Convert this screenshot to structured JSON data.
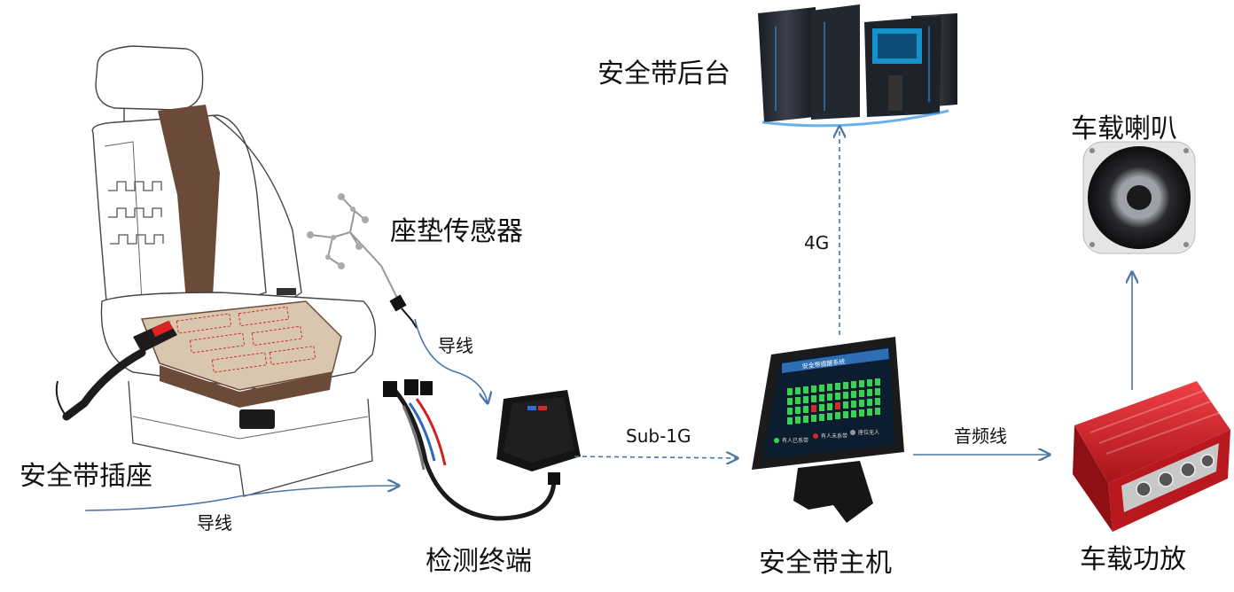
{
  "labels": {
    "seatbelt_socket": "安全带插座",
    "seat_sensor": "座垫传感器",
    "wire_top": "导线",
    "wire_bottom": "导线",
    "detection_terminal": "检测终端",
    "link_subg": "Sub-1G",
    "seatbelt_host": "安全带主机",
    "link_4g": "4G",
    "backend": "安全带后台",
    "audio_wire": "音频线",
    "amplifier": "车载功放",
    "speaker": "车载喇叭"
  },
  "screen": {
    "title": "安全带提醒系统",
    "legend": [
      "有人已系带",
      "有人未系带",
      "座位无人"
    ]
  },
  "colors": {
    "arrow": "#4a76a8",
    "seat_brown": "#6b4a3a",
    "cushion_tan": "#d8c7ae",
    "amplifier_red": "#d9262c",
    "screen_bg": "#0b1d2e",
    "led_green": "#39d353"
  }
}
